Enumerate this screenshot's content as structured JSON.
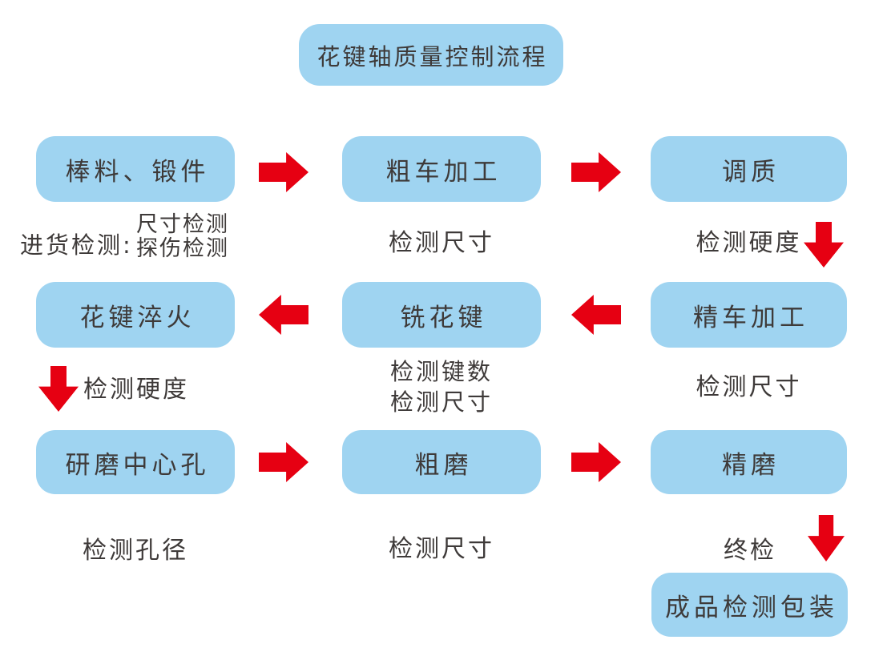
{
  "colors": {
    "box_fill": "#9FD4F1",
    "arrow_red": "#E60012",
    "text": "#3E3A39",
    "background": "#FFFFFF"
  },
  "icons": {
    "arrow_right": "red-block-arrow-right",
    "arrow_left": "red-block-arrow-left",
    "arrow_down": "red-block-arrow-down"
  },
  "title": "花键轴质量控制流程",
  "row1": {
    "box1": "棒料、锻件",
    "box2": "粗车加工",
    "box3": "调质",
    "check1_prefix": "进货检测:",
    "check1_line1": "尺寸检测",
    "check1_line2": "探伤检测",
    "check2": "检测尺寸",
    "check3": "检测硬度"
  },
  "row2": {
    "box1": "花键淬火",
    "box2": "铣花键",
    "box3": "精车加工",
    "check1": "检测硬度",
    "check2_line1": "检测键数",
    "check2_line2": "检测尺寸",
    "check3": "检测尺寸"
  },
  "row3": {
    "box1": "研磨中心孔",
    "box2": "粗磨",
    "box3": "精磨",
    "check1": "检测孔径",
    "check2": "检测尺寸",
    "check3": "终检"
  },
  "final": {
    "box": "成品检测包装"
  }
}
